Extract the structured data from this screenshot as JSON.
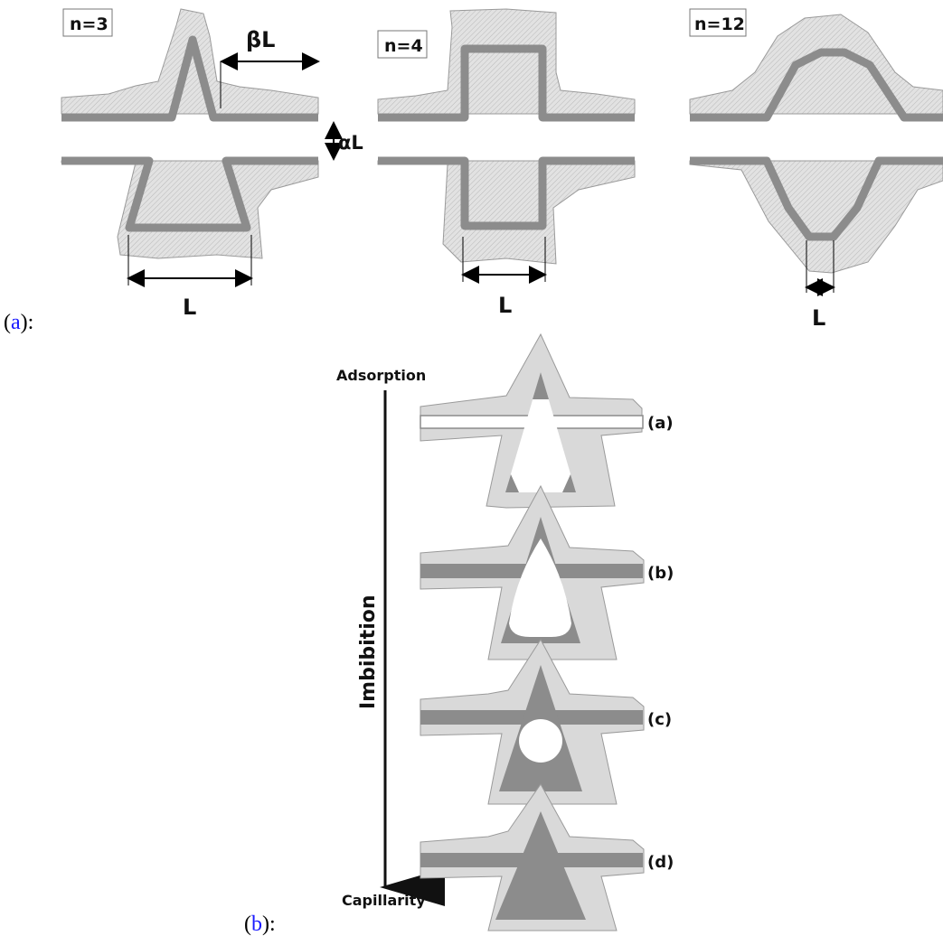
{
  "panel_a": {
    "caption_open": "(",
    "caption_letter": "a",
    "caption_close": "):",
    "pores": [
      {
        "n_label": "n=3",
        "width_label": "L",
        "beta_label": "βL",
        "alpha_label": "αL"
      },
      {
        "n_label": "n=4",
        "width_label": "L"
      },
      {
        "n_label": "n=12",
        "width_label": "L"
      }
    ]
  },
  "panel_b": {
    "caption_open": "(",
    "caption_letter": "b",
    "caption_close": "):",
    "top_label": "Adsorption",
    "bottom_label": "Capillarity",
    "axis_label": "Imbibition",
    "stages": [
      {
        "label": "(a)"
      },
      {
        "label": "(b)"
      },
      {
        "label": "(c)"
      },
      {
        "label": "(d)"
      }
    ]
  },
  "colors": {
    "wall": "#8c8c8c",
    "film": "#d9d9d9",
    "void": "#ffffff"
  }
}
